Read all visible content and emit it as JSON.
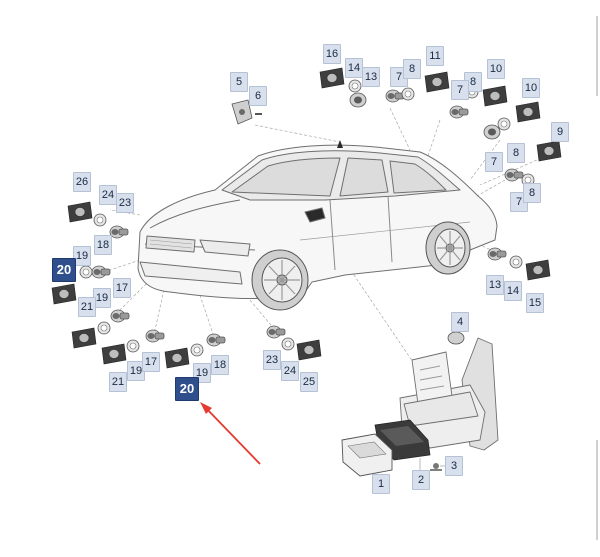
{
  "callouts": [
    {
      "id": "c16a",
      "label": "16"
    },
    {
      "id": "c14a",
      "label": "14"
    },
    {
      "id": "c13a",
      "label": "13"
    },
    {
      "id": "c7a",
      "label": "7"
    },
    {
      "id": "c8a",
      "label": "8"
    },
    {
      "id": "c11a",
      "label": "11"
    },
    {
      "id": "c8b",
      "label": "8"
    },
    {
      "id": "c7b",
      "label": "7"
    },
    {
      "id": "c10a",
      "label": "10"
    },
    {
      "id": "c10b",
      "label": "10"
    },
    {
      "id": "c9",
      "label": "9"
    },
    {
      "id": "c5",
      "label": "5"
    },
    {
      "id": "c6",
      "label": "6"
    },
    {
      "id": "c7c",
      "label": "7"
    },
    {
      "id": "c8c",
      "label": "8"
    },
    {
      "id": "c7d",
      "label": "7"
    },
    {
      "id": "c8d",
      "label": "8"
    },
    {
      "id": "c26",
      "label": "26"
    },
    {
      "id": "c24a",
      "label": "24"
    },
    {
      "id": "c23a",
      "label": "23"
    },
    {
      "id": "c18a",
      "label": "18"
    },
    {
      "id": "c19a",
      "label": "19"
    },
    {
      "id": "c20a",
      "label": "20"
    },
    {
      "id": "c19b",
      "label": "19"
    },
    {
      "id": "c21a",
      "label": "21"
    },
    {
      "id": "c17a",
      "label": "17"
    },
    {
      "id": "c13b",
      "label": "13"
    },
    {
      "id": "c14b",
      "label": "14"
    },
    {
      "id": "c15",
      "label": "15"
    },
    {
      "id": "c4",
      "label": "4"
    },
    {
      "id": "c23b",
      "label": "23"
    },
    {
      "id": "c24b",
      "label": "24"
    },
    {
      "id": "c25",
      "label": "25"
    },
    {
      "id": "c21b",
      "label": "21"
    },
    {
      "id": "c19c",
      "label": "19"
    },
    {
      "id": "c17b",
      "label": "17"
    },
    {
      "id": "c19d",
      "label": "19"
    },
    {
      "id": "c18b",
      "label": "18"
    },
    {
      "id": "c20b",
      "label": "20"
    },
    {
      "id": "c3",
      "label": "3"
    },
    {
      "id": "c2",
      "label": "2"
    },
    {
      "id": "c1",
      "label": "1"
    }
  ],
  "highlighted": [
    "20"
  ],
  "colors": {
    "outline": "#6f6f6f",
    "car_fill": "#f7f7f7",
    "part_fill": "#dcdcdc",
    "part_dark": "#3e3e3e",
    "leader": "#8e8e8e",
    "callout_bg": "#d7e0ec",
    "highlight_bg": "#2e4e8c",
    "arrow": "#e53a2f"
  }
}
